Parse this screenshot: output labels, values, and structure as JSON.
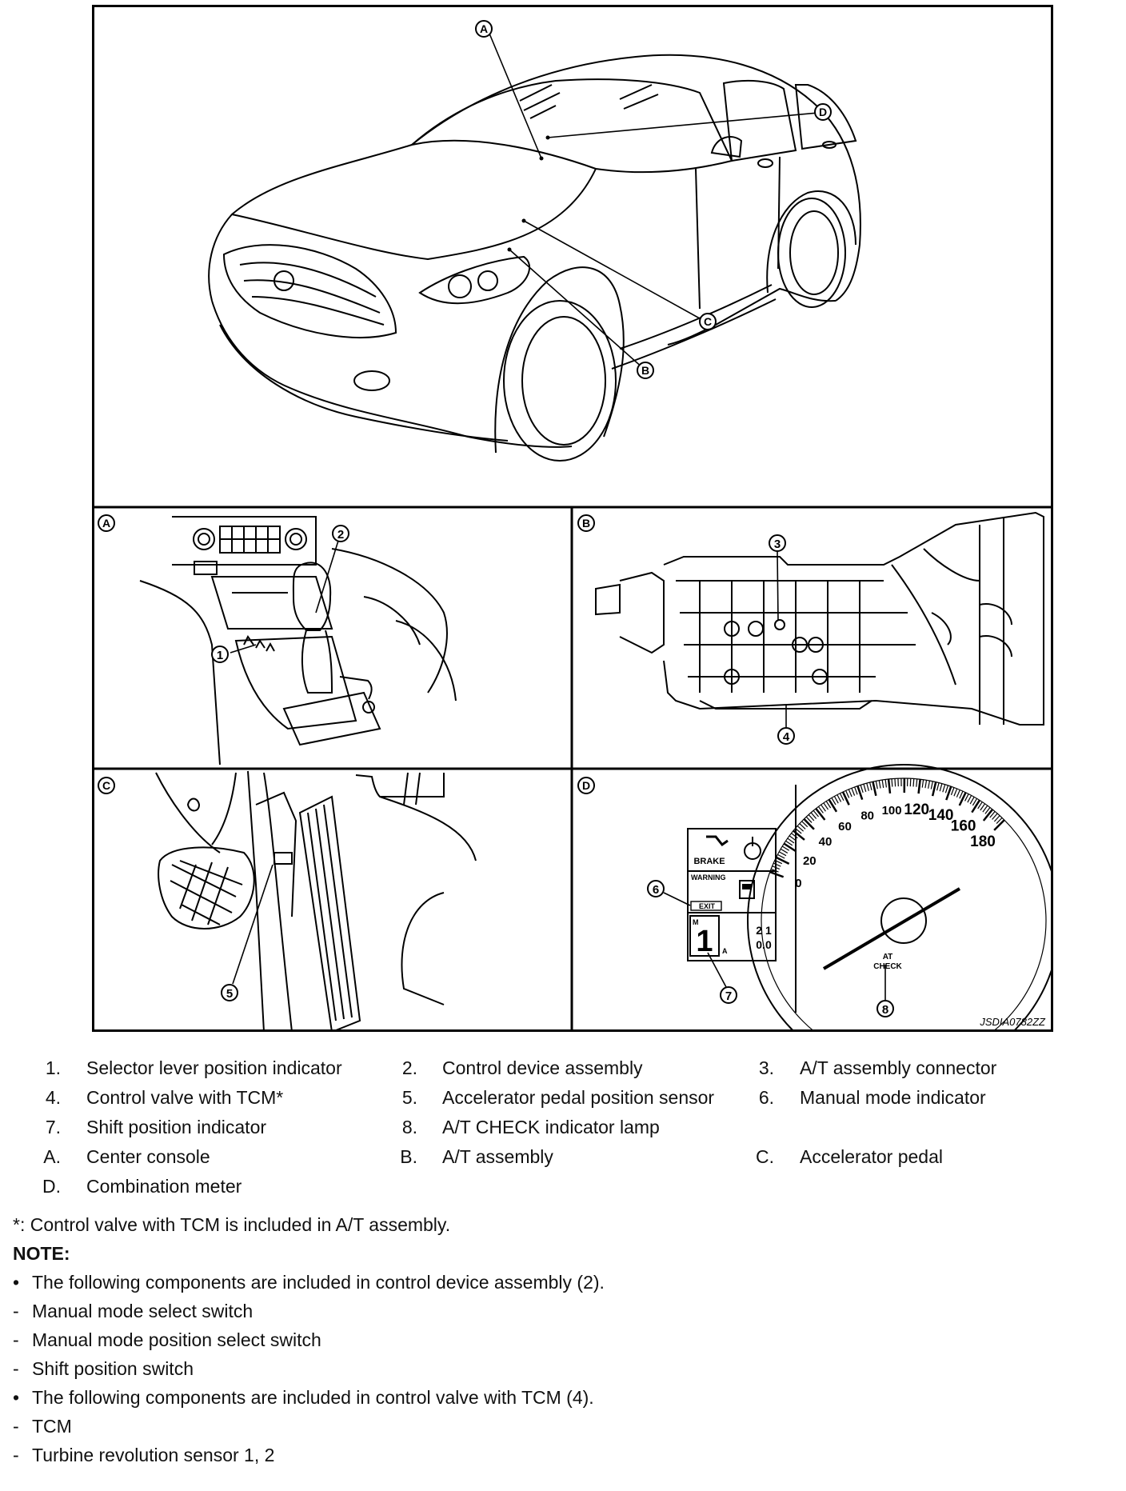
{
  "figure": {
    "panel_labels": [
      "A",
      "B",
      "C",
      "D"
    ],
    "callouts_overview": [
      "A",
      "B",
      "C",
      "D"
    ],
    "panel_a_callouts": [
      "1",
      "2"
    ],
    "panel_b_callouts": [
      "3",
      "4"
    ],
    "panel_c_callouts": [
      "5"
    ],
    "panel_d_callouts": [
      "6",
      "7",
      "8"
    ],
    "figure_code": "JSDIA0782ZZ",
    "meter": {
      "brake_label": "BRAKE",
      "warning_label": "WARNING",
      "exit_label": "EXIT",
      "gear_mode": "M",
      "gear_number": "1",
      "gear_suffix": "A",
      "trip_top": "2 1",
      "trip_bottom": "0.0",
      "speed_ticks": [
        "0",
        "20",
        "40",
        "60",
        "80",
        "100",
        "120",
        "140",
        "160",
        "180"
      ],
      "at_label": "AT",
      "check_label": "CHECK"
    }
  },
  "legend": [
    {
      "num": "1.",
      "text": "Selector lever position indicator"
    },
    {
      "num": "2.",
      "text": "Control device assembly"
    },
    {
      "num": "3.",
      "text": "A/T assembly connector"
    },
    {
      "num": "4.",
      "text": "Control valve with TCM*"
    },
    {
      "num": "5.",
      "text": "Accelerator pedal position sensor"
    },
    {
      "num": "6.",
      "text": "Manual mode indicator"
    },
    {
      "num": "7.",
      "text": "Shift position indicator"
    },
    {
      "num": "8.",
      "text": "A/T CHECK indicator lamp"
    },
    {
      "num": "A.",
      "text": "Center console"
    },
    {
      "num": "B.",
      "text": "A/T assembly"
    },
    {
      "num": "C.",
      "text": "Accelerator pedal"
    },
    {
      "num": "D.",
      "text": "Combination meter"
    }
  ],
  "notes": {
    "footnote": "*: Control valve with TCM is included in A/T assembly.",
    "heading": "NOTE:",
    "lines": [
      {
        "marker": "•",
        "text": "The following components are included in control device assembly (2)."
      },
      {
        "marker": "-",
        "text": "Manual mode select switch"
      },
      {
        "marker": "-",
        "text": "Manual mode position select switch"
      },
      {
        "marker": "-",
        "text": "Shift position switch"
      },
      {
        "marker": "•",
        "text": "The following components are included in control valve with TCM (4)."
      },
      {
        "marker": "-",
        "text": "TCM"
      },
      {
        "marker": "-",
        "text": "Turbine revolution sensor 1, 2"
      }
    ]
  }
}
